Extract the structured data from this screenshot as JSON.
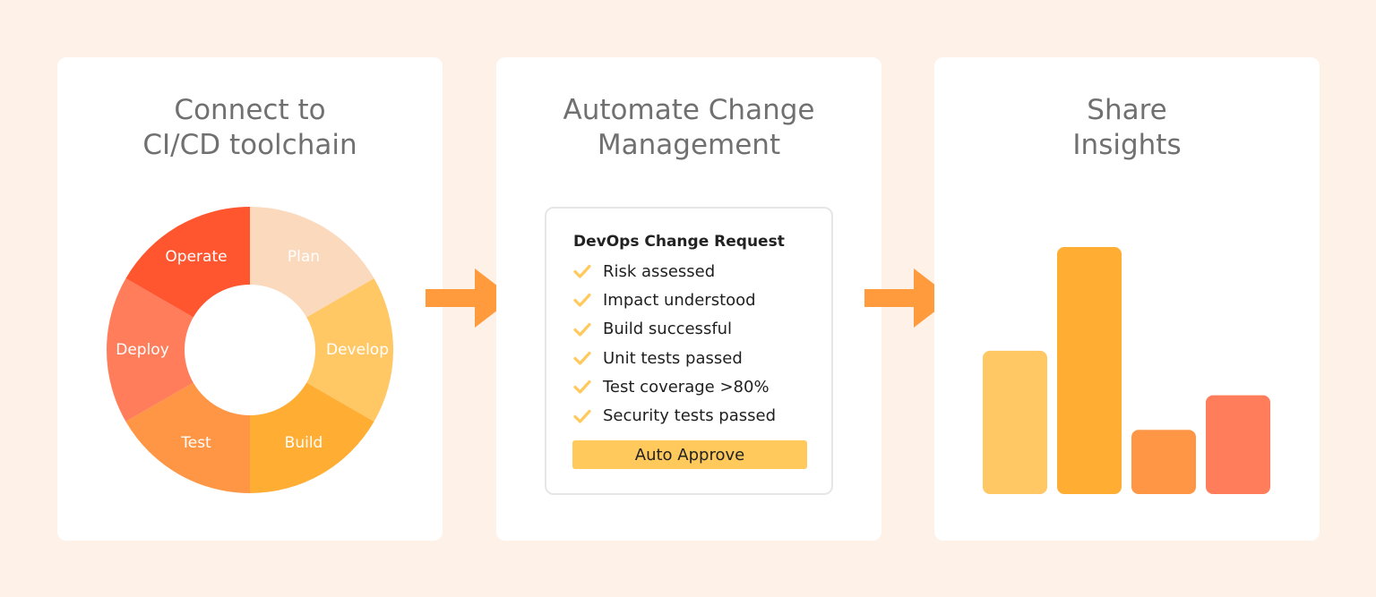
{
  "panels": {
    "connect": {
      "title_line1": "Connect to",
      "title_line2": "CI/CD toolchain",
      "cycle": [
        {
          "label": "Plan",
          "color": "#fbd9bc"
        },
        {
          "label": "Develop",
          "color": "#ffc865"
        },
        {
          "label": "Build",
          "color": "#ffad33"
        },
        {
          "label": "Test",
          "color": "#ff9645"
        },
        {
          "label": "Deploy",
          "color": "#ff7d5b"
        },
        {
          "label": "Operate",
          "color": "#ff5630"
        }
      ]
    },
    "automate": {
      "title_line1": "Automate Change",
      "title_line2": "Management",
      "card_title": "DevOps Change Request",
      "checks": [
        "Risk assessed",
        "Impact understood",
        "Build successful",
        "Unit tests passed",
        "Test coverage >80%",
        "Security tests passed"
      ],
      "button_label": "Auto Approve"
    },
    "insights": {
      "title_line1": "Share",
      "title_line2": "Insights"
    }
  },
  "colors": {
    "background": "#fef1e7",
    "arrow": "#ff9a3d",
    "check": "#ffc95c",
    "title_text": "#707070"
  },
  "chart_data": {
    "type": "bar",
    "categories": [
      "",
      "",
      "",
      ""
    ],
    "values": [
      0.58,
      1.0,
      0.26,
      0.4
    ],
    "colors": [
      "#ffc865",
      "#ffad33",
      "#ff9645",
      "#ff7d5b"
    ],
    "ylim": [
      0,
      1
    ],
    "grid": false,
    "title": "",
    "xlabel": "",
    "ylabel": ""
  }
}
